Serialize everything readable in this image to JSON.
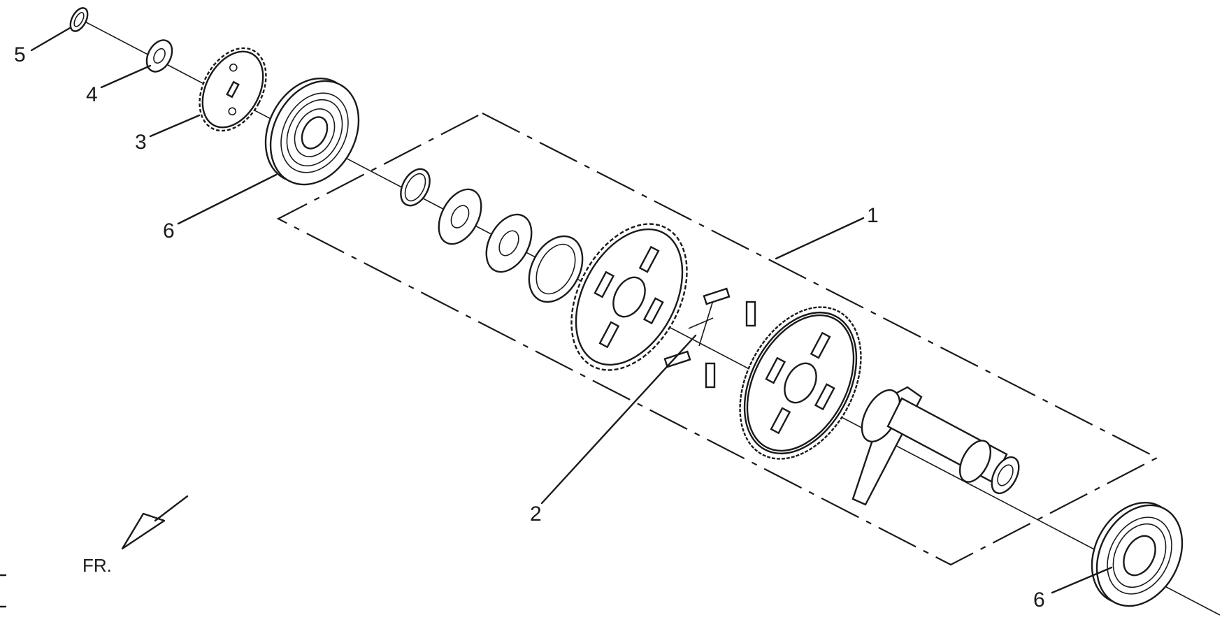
{
  "diagram": {
    "callouts": [
      {
        "id": "c5",
        "label": "5"
      },
      {
        "id": "c4",
        "label": "4"
      },
      {
        "id": "c3",
        "label": "3"
      },
      {
        "id": "c6a",
        "label": "6"
      },
      {
        "id": "c1",
        "label": "1"
      },
      {
        "id": "c2",
        "label": "2"
      },
      {
        "id": "c6b",
        "label": "6"
      }
    ],
    "direction_label": "FR."
  }
}
